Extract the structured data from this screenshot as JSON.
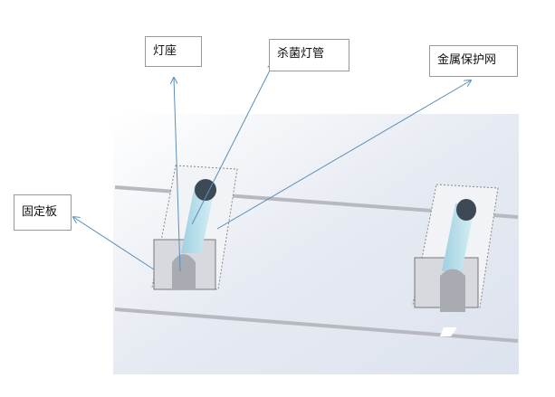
{
  "labels": {
    "lamp_base": "灯座",
    "uv_tube": "杀菌灯管",
    "metal_mesh": "金属保护网",
    "fixing_plate": "固定板"
  },
  "colors": {
    "arrow": "#5b8fb9"
  }
}
